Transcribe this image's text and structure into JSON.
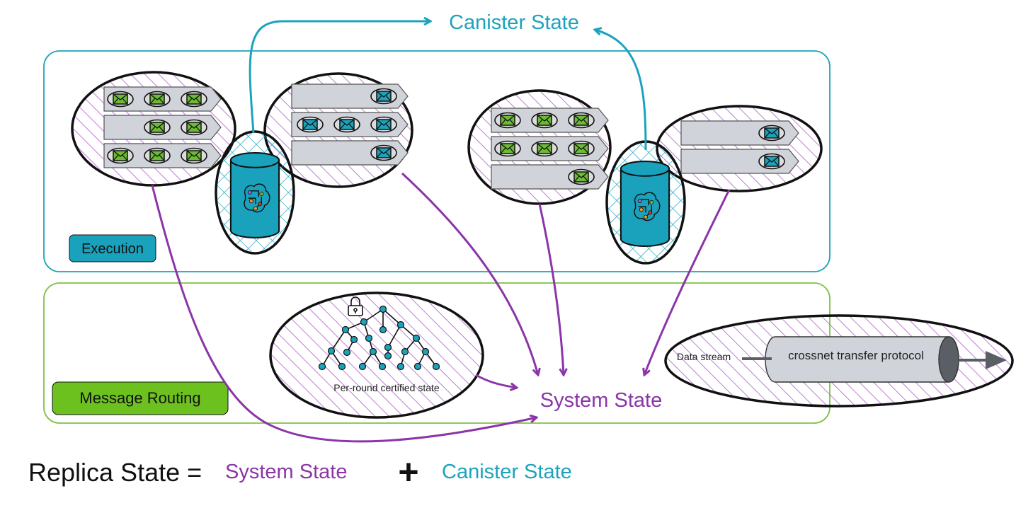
{
  "labels": {
    "canister_state_top": "Canister State",
    "execution": "Execution",
    "message_routing": "Message Routing",
    "system_state": "System State",
    "per_round": "Per-round certified state",
    "data_stream": "Data stream",
    "crossnet": "crossnet transfer protocol"
  },
  "equation": {
    "lhs": "Replica State =",
    "system_state": "System State",
    "plus": "+",
    "canister_state": "Canister State"
  },
  "colors": {
    "canister_teal": "#1ca3bc",
    "system_purple": "#8b35a8",
    "execution_fill": "#1aa2bd",
    "routing_fill": "#6cc11e",
    "routing_border": "#7dc243",
    "message_green": "#6cbb35",
    "message_teal": "#1ca3bc",
    "queue_fill": "#d0d3d9",
    "hatch": "#b457d4"
  },
  "icons": {
    "envelope": "envelope-icon",
    "database": "database-icon",
    "brain": "brain-circuit-icon",
    "lock": "lock-icon",
    "tree": "merkle-tree-icon"
  }
}
